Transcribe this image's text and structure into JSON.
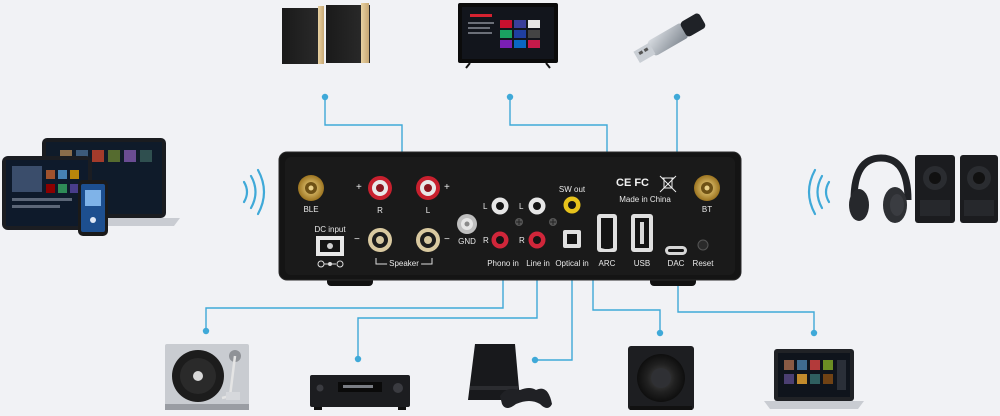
{
  "amp": {
    "ble": "BLE",
    "dc_input": "DC input",
    "plus_left": "+",
    "plus_right": "+",
    "minus_left": "−",
    "minus_right": "−",
    "spk_r": "R",
    "spk_l": "L",
    "speaker": "Speaker",
    "gnd": "GND",
    "rca_l_1": "L",
    "rca_l_2": "L",
    "rca_r_1": "R",
    "rca_r_2": "R",
    "sw_out": "SW out",
    "phono_in": "Phono in",
    "line_in": "Line in",
    "optical_in": "Optical in",
    "arc": "ARC",
    "usb": "USB",
    "dac": "DAC",
    "reset": "Reset",
    "bt": "BT",
    "made_in": "Made in China",
    "marks": "CE FC"
  },
  "colors": {
    "line": "#3fa9d8",
    "panel": "#141414",
    "gold": "#c9a047",
    "rca_red": "#d0263a",
    "rca_white": "#e6e6e6",
    "rca_yellow": "#e6c21c"
  },
  "icons": [
    "speakers-icon",
    "tv-icon",
    "usb-drive-icon",
    "devices-icon",
    "bluetooth-waves-icon",
    "headphones-icon",
    "bt-speakers-icon",
    "turntable-icon",
    "cd-player-icon",
    "game-console-icon",
    "subwoofer-icon",
    "laptop-icon"
  ]
}
